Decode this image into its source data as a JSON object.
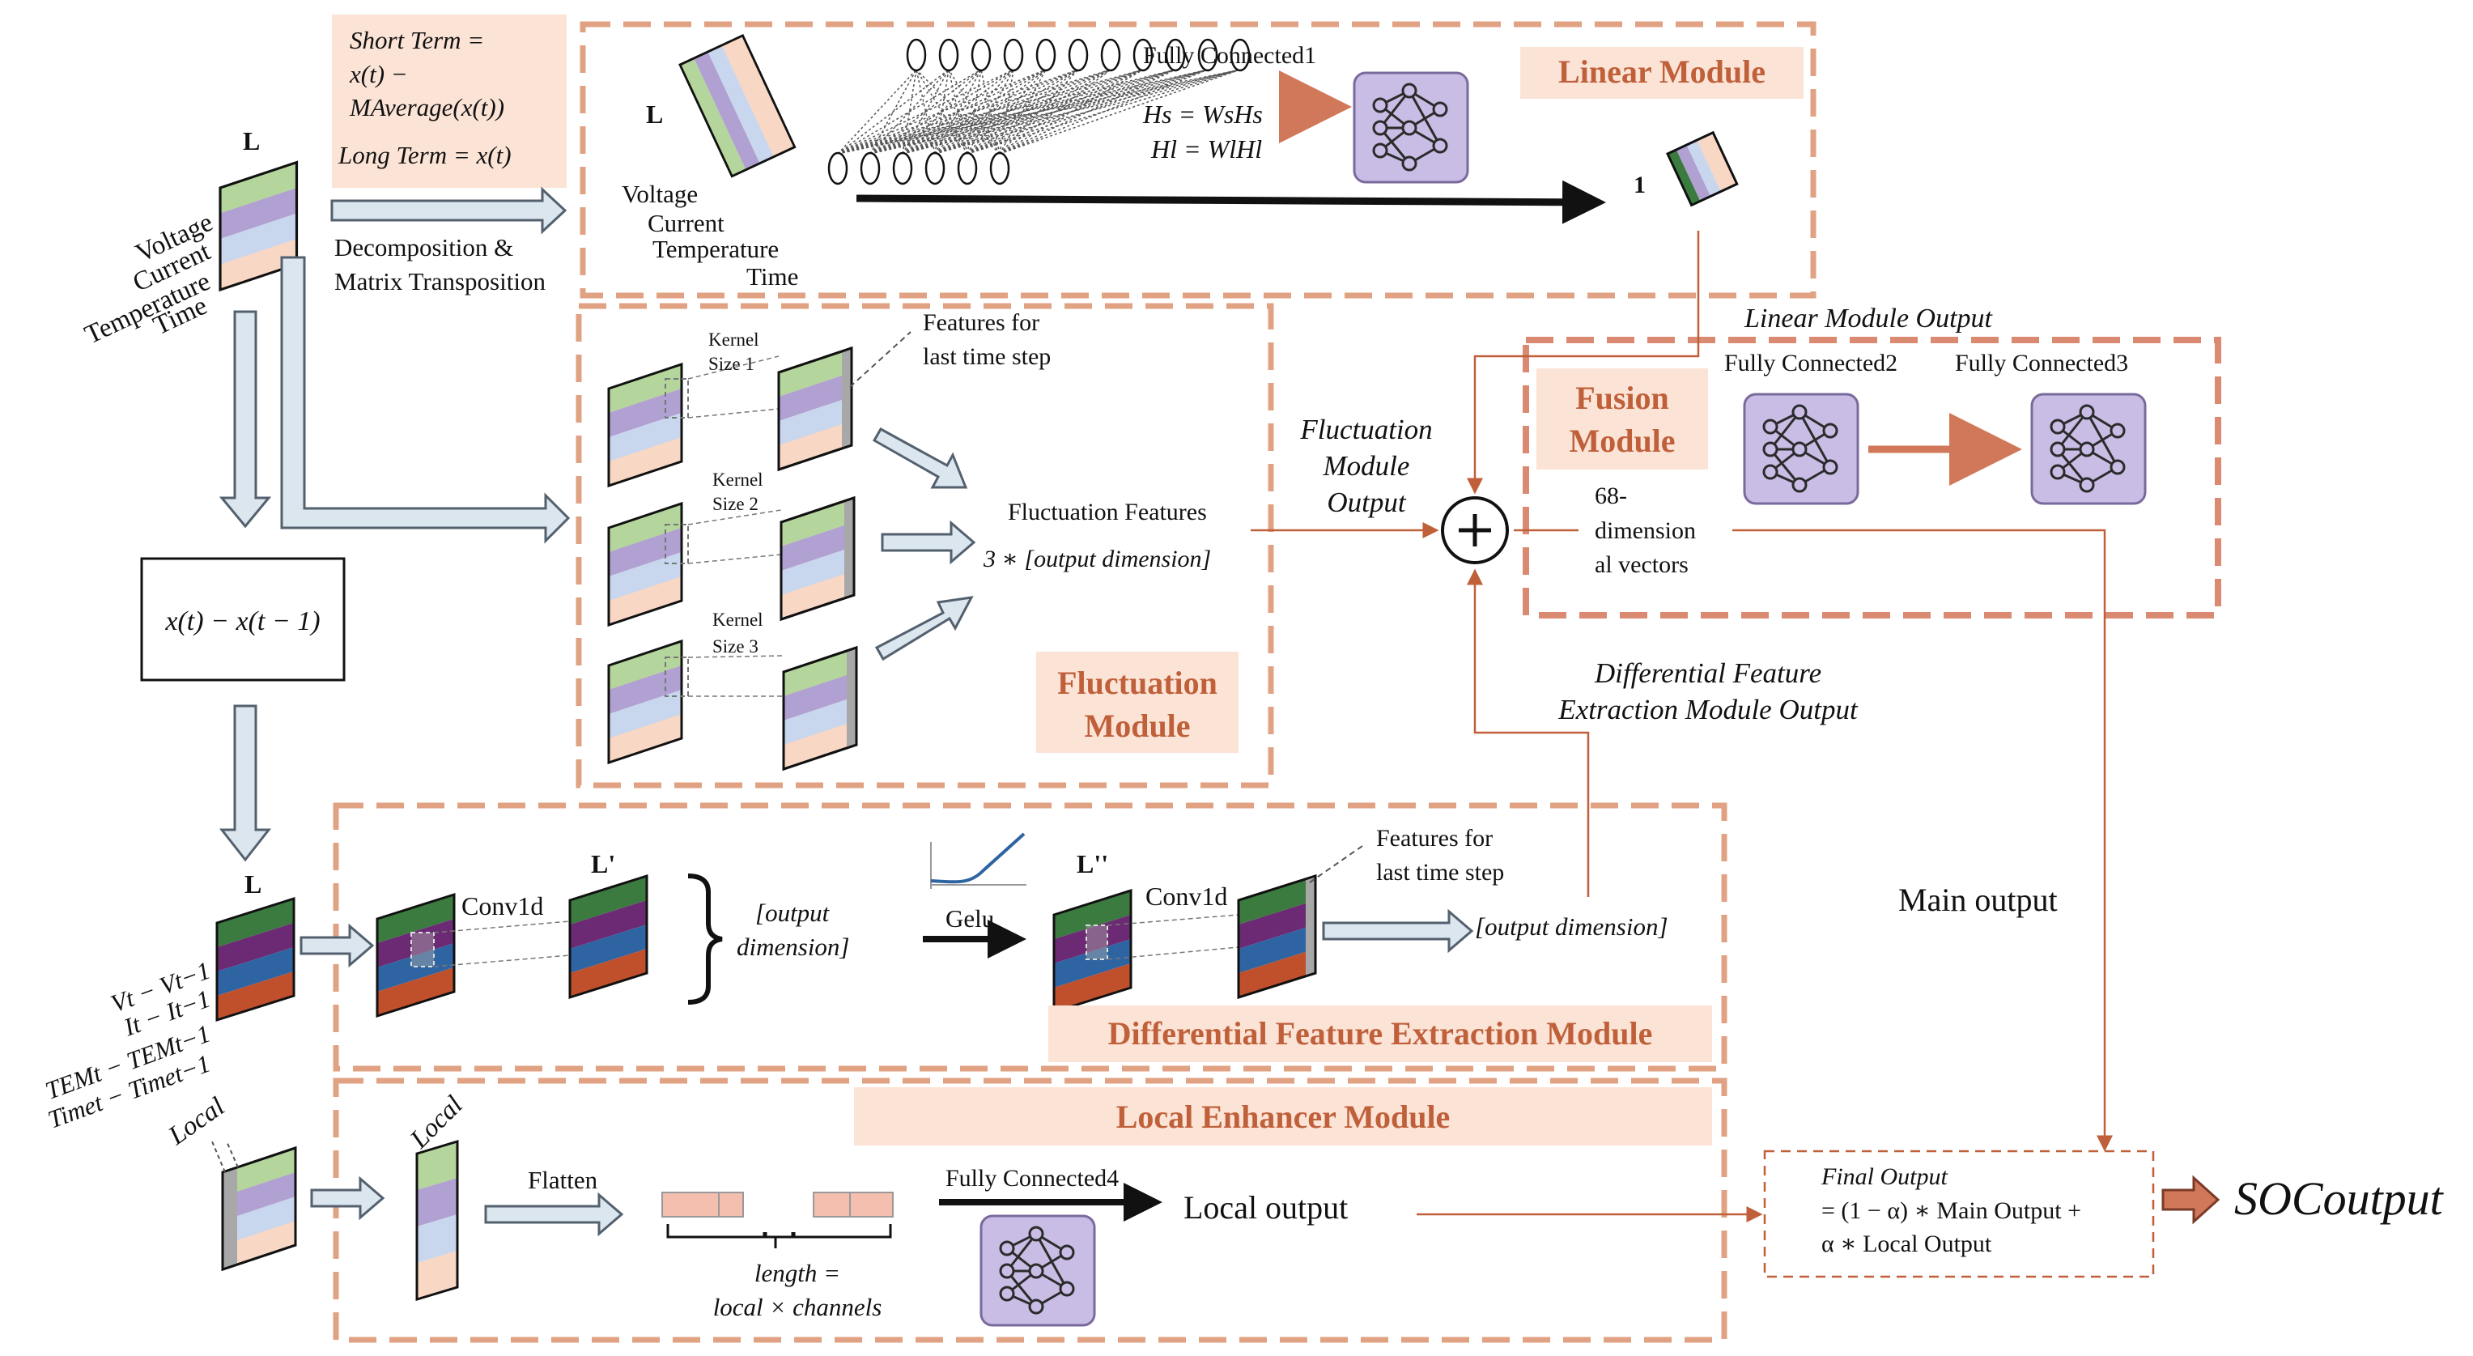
{
  "colors": {
    "module_border": "#e0a282",
    "module_title_bg": "#fbe3d6",
    "module_title_text": "#c0603a",
    "arrow_orange": "#d2785a",
    "arrow_block_fill": "#dce6ef",
    "arrow_block_stroke": "#53606e",
    "nn_fill": "#c9bde6",
    "nn_stroke": "#7a6a9c",
    "stripe_light": [
      "#b4d59c",
      "#b1a0d2",
      "#c8d6ee",
      "#f8d7c4"
    ],
    "stripe_dark": [
      "#3b7b3f",
      "#6c2a74",
      "#2f64a3",
      "#c0502c"
    ]
  },
  "decomposition": {
    "short_term": "Short Term =",
    "short_term_expr1": "x(t) −",
    "short_term_expr2": "MAverage(x(t))",
    "long_term": "Long Term = x(t)",
    "arrow_label1": "Decomposition &",
    "arrow_label2": "Matrix Transposition"
  },
  "input": {
    "L": "L",
    "features": [
      "Voltage",
      "Current",
      "Temperature",
      "Time"
    ]
  },
  "difference_box": "x(t) − x(t − 1)",
  "linear": {
    "title": "Linear Module",
    "L": "L",
    "features": [
      "Voltage",
      "Current",
      "Temperature",
      "Time"
    ],
    "fc_label": "Fully Connected1",
    "eq1": "Hs = WsHs",
    "eq2": "Hl = WlHl",
    "out_one": "1",
    "output_label": "Linear Module Output"
  },
  "fluctuation": {
    "title_line1": "Fluctuation",
    "title_line2": "Module",
    "kernel1_a": "Kernel",
    "kernel1_b": "Size 1",
    "kernel2_a": "Kernel",
    "kernel2_b": "Size 2",
    "kernel3_a": "Kernel",
    "kernel3_b": "Size 3",
    "feat_last1": "Features for",
    "feat_last2": "last time step",
    "fluct_features": "Fluctuation Features",
    "fluct_dim": "3 ∗ [output dimension]",
    "output_line1": "Fluctuation",
    "output_line2": "Module",
    "output_line3": "Output"
  },
  "fusion": {
    "title_line1": "Fusion",
    "title_line2": "Module",
    "fc2": "Fully Connected2",
    "fc3": "Fully Connected3",
    "vec1": "68-",
    "vec2": "dimension",
    "vec3": "al vectors"
  },
  "differential": {
    "title": "Differential Feature Extraction Module",
    "output_line1": "Differential Feature",
    "output_line2": "Extraction Module Output",
    "L": "L",
    "L1": "L'",
    "L2": "L''",
    "conv1": "Conv1d",
    "conv2": "Conv1d",
    "bracket_line1": "[output",
    "bracket_line2": "dimension]",
    "gelu": "Gelu",
    "feat_last1": "Features for",
    "feat_last2": "last time step",
    "out_dim": "[output dimension]",
    "diff_features": [
      "Vt − Vt−1",
      "It − It−1",
      "TEMt − TEMt−1",
      "Timet − Timet−1"
    ]
  },
  "local": {
    "title": "Local Enhancer Module",
    "local1": "Local",
    "local2": "Local",
    "flatten": "Flatten",
    "length1": "length =",
    "length2": "local × channels",
    "fc4": "Fully Connected4",
    "local_output": "Local output"
  },
  "final": {
    "main_output": "Main output",
    "final_line1": "Final Output",
    "final_line2": "= (1 − α) ∗ Main Output +",
    "final_line3": "α ∗ Local Output",
    "soc": "SOCoutput"
  }
}
